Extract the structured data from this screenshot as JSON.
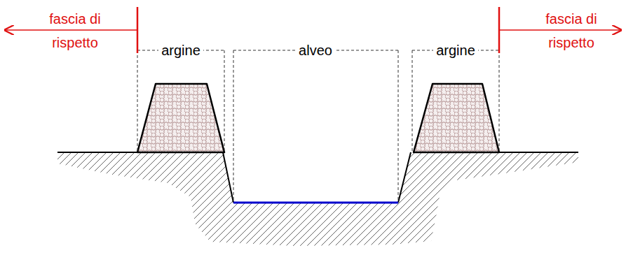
{
  "diagram": {
    "labels": [
      "fascia di rispetto",
      "argine",
      "alveo",
      "argine",
      "fascia di rispetto"
    ]
  }
}
